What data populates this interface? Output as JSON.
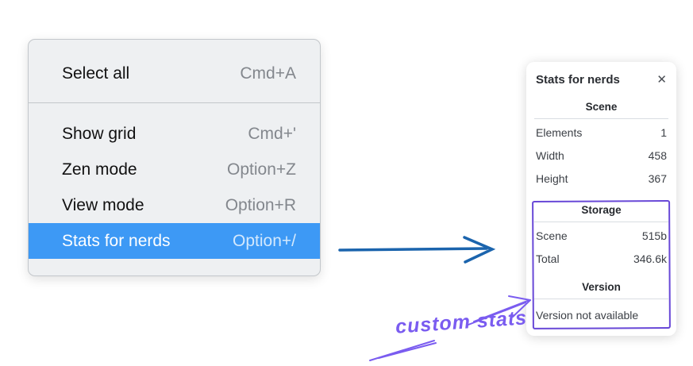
{
  "colors": {
    "menu_highlight": "#3d99f5",
    "flow_arrow_blue": "#1b64ad",
    "annotation_purple": "#7a5cf0",
    "annotation_box_purple": "#6848d7"
  },
  "menu": {
    "items": [
      {
        "label": "Select all",
        "shortcut": "Cmd+A"
      },
      {
        "label": "Show grid",
        "shortcut": "Cmd+'"
      },
      {
        "label": "Zen mode",
        "shortcut": "Option+Z"
      },
      {
        "label": "View mode",
        "shortcut": "Option+R"
      },
      {
        "label": "Stats for nerds",
        "shortcut": "Option+/"
      }
    ]
  },
  "panel": {
    "title": "Stats for nerds",
    "close_glyph": "✕",
    "sections": [
      {
        "header": "Scene",
        "rows": [
          {
            "label": "Elements",
            "value": "1"
          },
          {
            "label": "Width",
            "value": "458"
          },
          {
            "label": "Height",
            "value": "367"
          }
        ]
      },
      {
        "header": "Storage",
        "rows": [
          {
            "label": "Scene",
            "value": "515b"
          },
          {
            "label": "Total",
            "value": "346.6k"
          }
        ]
      },
      {
        "header": "Version",
        "note": "Version not available"
      }
    ]
  },
  "annotation": {
    "label": "custom stats"
  }
}
